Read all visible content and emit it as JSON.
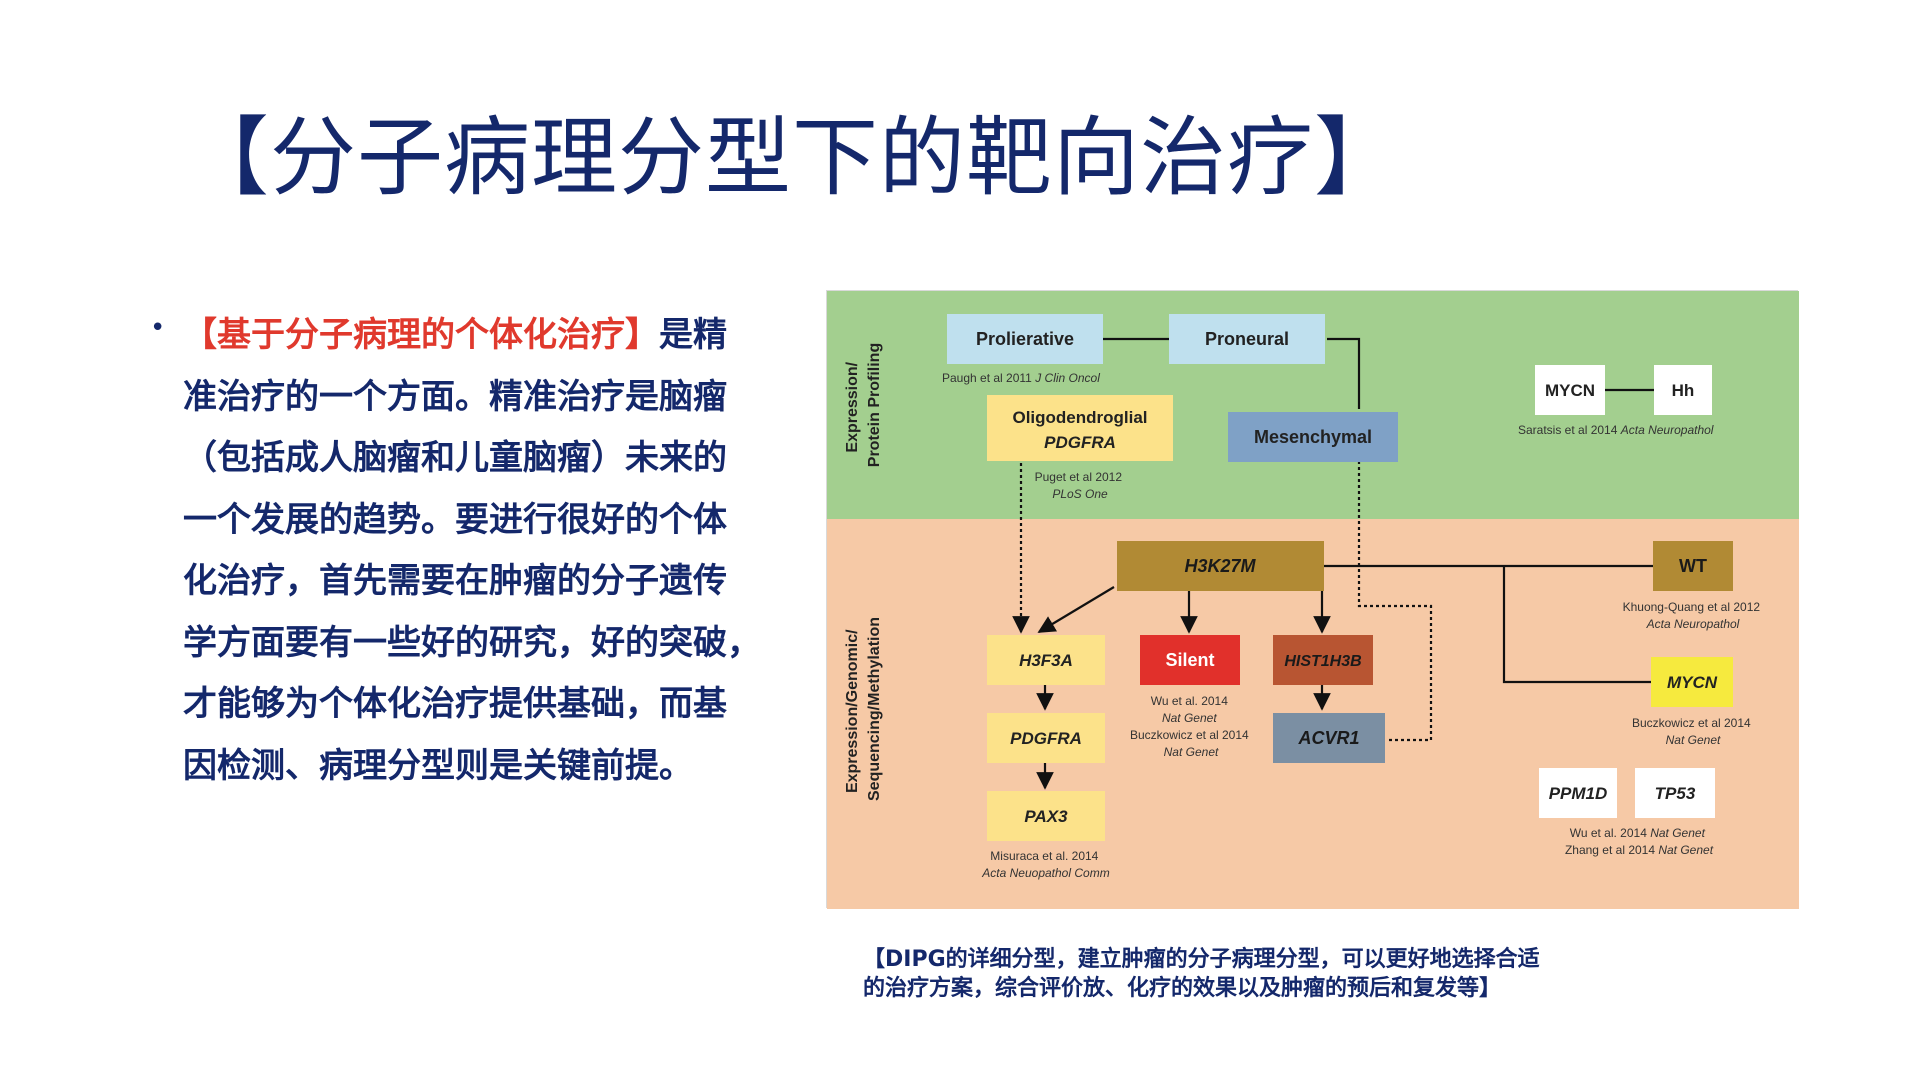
{
  "title": "【分子病理分型下的靶向治疗】",
  "bullet": {
    "marker": "•",
    "highlight": "【基于分子病理的个体化治疗】",
    "lines": [
      "是精",
      "准治疗的一个方面。精准治疗是脑瘤",
      "（包括成人脑瘤和儿童脑瘤）未来的",
      "一个发展的趋势。要进行很好的个体",
      "化治疗，首先需要在肿瘤的分子遗传",
      "学方面要有一些好的研究，好的突破，",
      "才能够为个体化治疗提供基础，而基",
      "因检测、病理分型则是关键前提。"
    ]
  },
  "diagram": {
    "colors": {
      "top_band": "#a3cf8f",
      "bottom_band": "#f6c9a6",
      "light_blue": "#bfe0ee",
      "steel_blue": "#7fa1c6",
      "pale_yellow": "#fce28a",
      "bright_yellow": "#f6ea3e",
      "olive": "#b18a34",
      "red": "#e1302b",
      "rust": "#b85532",
      "slate": "#7b8fa3",
      "white": "#ffffff"
    },
    "band_labels": {
      "top": [
        "Expression/",
        "Protein Profiling"
      ],
      "bottom": [
        "Expression/Genomic/",
        "Sequencing/Methylation"
      ]
    },
    "boxes": {
      "prolierative": "Prolierative",
      "proneural": "Proneural",
      "oligodendroglial": "Oligodendroglial",
      "oligodendroglial_gene": "PDGFRA",
      "mesenchymal": "Mesenchymal",
      "mycn_top": "MYCN",
      "hh": "Hh",
      "h3k27m": "H3K27M",
      "h3f3a": "H3F3A",
      "silent": "Silent",
      "hist1h3b": "HIST1H3B",
      "pdgfra": "PDGFRA",
      "acvr1": "ACVR1",
      "pax3": "PAX3",
      "wt": "WT",
      "mycn_bottom": "MYCN",
      "ppm1d": "PPM1D",
      "tp53": "TP53"
    },
    "refs": {
      "paugh": {
        "a": "Paugh et al 2011 ",
        "b": "J Clin Oncol"
      },
      "puget": [
        "Puget et al 2012",
        "PLoS One"
      ],
      "saratsis": {
        "a": "Saratsis et al 2014 ",
        "b": "Acta Neuropathol"
      },
      "khuong": [
        "Khuong-Quang et al 2012",
        "Acta Neuropathol"
      ],
      "wu_buczkowicz": [
        "Wu et al. 2014",
        "Nat Genet",
        "Buczkowicz et al 2014",
        "Nat Genet"
      ],
      "buczkowicz": [
        "Buczkowicz et al 2014",
        "Nat Genet"
      ],
      "misuraca": [
        "Misuraca et al. 2014",
        "Acta Neuopathol Comm"
      ],
      "wu_zhang": [
        {
          "a": "Wu et al. 2014 ",
          "b": "Nat Genet"
        },
        {
          "a": "Zhang et al 2014 ",
          "b": "Nat Genet"
        }
      ]
    }
  },
  "caption": {
    "lines": [
      "【DIPG的详细分型，建立肿瘤的分子病理分型，可以更好地选择合适",
      "的治疗方案，综合评价放、化疗的效果以及肿瘤的预后和复发等】"
    ]
  }
}
